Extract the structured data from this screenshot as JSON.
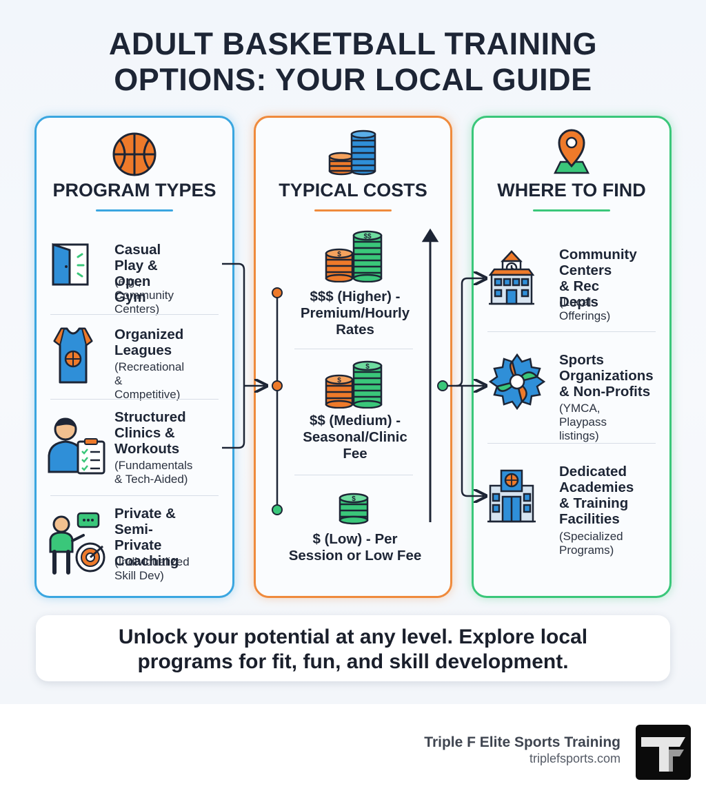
{
  "title": {
    "line1": "ADULT BASKETBALL TRAINING",
    "line2": "OPTIONS: YOUR LOCAL GUIDE"
  },
  "colors": {
    "blue": "#3aa6e0",
    "orange": "#ef8a3c",
    "green": "#3ac77a",
    "navy": "#1d2535"
  },
  "program_types": {
    "heading": "PROGRAM TYPES",
    "icon": "basketball-icon",
    "items": [
      {
        "title1": "Casual Play &",
        "title2": "Open Gym",
        "sub1": "(e.g., Community",
        "sub2": "Centers)",
        "icon": "open-door-icon"
      },
      {
        "title1": "Organized",
        "title2": "Leagues",
        "sub1": "(Recreational &",
        "sub2": "Competitive)",
        "icon": "jersey-icon"
      },
      {
        "title1": "Structured",
        "title2": "Clinics &",
        "title3": "Workouts",
        "sub1": "(Fundamentals",
        "sub2": "& Tech-Aided)",
        "icon": "coach-clipboard-icon"
      },
      {
        "title1": "Private &",
        "title2": "Semi-Private",
        "title3": "Coaching",
        "sub1": "(Individualized",
        "sub2": "Skill Dev)",
        "icon": "coach-target-icon"
      }
    ]
  },
  "typical_costs": {
    "heading": "TYPICAL COSTS",
    "icon": "coin-stacks-icon",
    "items": [
      {
        "line1": "$$$ (Higher) -",
        "line2": "Premium/Hourly",
        "line3": "Rates",
        "icon": "coin-stacks-high-icon"
      },
      {
        "line1": "$$ (Medium) -",
        "line2": "Seasonal/Clinic",
        "line3": "Fee",
        "icon": "coin-stacks-medium-icon"
      },
      {
        "line1": "$ (Low) - Per",
        "line2": "Session or Low Fee",
        "icon": "coin-stack-low-icon"
      }
    ]
  },
  "where_to_find": {
    "heading": "WHERE TO FIND",
    "icon": "map-pin-icon",
    "items": [
      {
        "title1": "Community",
        "title2": "Centers",
        "title3": "& Rec Depts",
        "sub1": "(Local Offerings)",
        "icon": "community-building-icon"
      },
      {
        "title1": "Sports",
        "title2": "Organizations",
        "title3": "& Non-Profits",
        "sub1": "(YMCA, Playpass",
        "sub2": "listings)",
        "icon": "network-gear-icon"
      },
      {
        "title1": "Dedicated",
        "title2": "Academies",
        "title3": "& Training",
        "title4": "Facilities",
        "sub1": "(Specialized",
        "sub2": "Programs)",
        "icon": "academy-building-icon"
      }
    ]
  },
  "footer_message": {
    "line1": "Unlock your potential at any level. Explore local",
    "line2": "programs for fit, fun, and skill development."
  },
  "brand": {
    "name": "Triple F Elite Sports Training",
    "url": "triplefsports.com",
    "logo": "tf-logo-icon"
  }
}
